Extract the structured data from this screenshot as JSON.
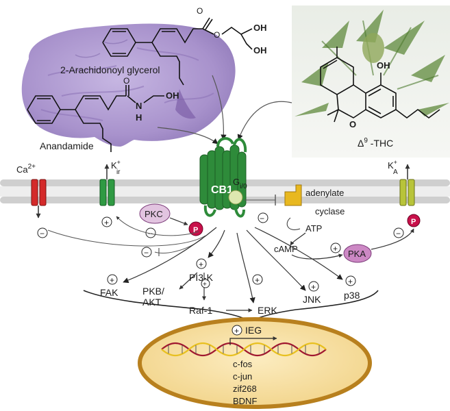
{
  "ligands": {
    "ag2": "2-Arachidonoyl glycerol",
    "aea": "Anandamide",
    "thc_prefix": "Δ",
    "thc_sup": "9",
    "thc_suffix": " -THC"
  },
  "chem": {
    "oh": "OH",
    "o": "O",
    "n": "N",
    "h": "H"
  },
  "receptor": {
    "name": "CB1",
    "g_main": "G",
    "g_sub": "i/0"
  },
  "membrane": {
    "ca_main": "Ca",
    "ca_sup": "2+",
    "kir_main": "K",
    "kir_sup": "+",
    "kir_sub": "ir",
    "ka_main": "K",
    "ka_sup": "+",
    "ka_sub": "A"
  },
  "enzymes": {
    "pkc": "PKC",
    "pka": "PKA",
    "p": "P",
    "ac_line1": "adenylate",
    "ac_line2": "cyclase",
    "atp": "ATP",
    "camp": "cAMP"
  },
  "signs": {
    "plus": "+",
    "minus": "−"
  },
  "kinases": {
    "fak": "FAK",
    "pi3k": "PI3-K",
    "pkb_line1": "PKB/",
    "pkb_line2": "AKT",
    "raf": "Raf-1",
    "erk": "ERK",
    "jnk": "JNK",
    "p38": "p38"
  },
  "nucleus": {
    "ieg": "IEG",
    "genes": [
      "c-fos",
      "c-jun",
      "zif268",
      "BDNF"
    ]
  },
  "colors": {
    "cb1": "#2e8b3a",
    "membrane": "#c8c8c8",
    "ca_channel": "#d42a2a",
    "kir_channel": "#2f9a43",
    "ka_channel": "#b8c43a",
    "pkc_fill": "#e2c4e0",
    "phospho": "#c8104a",
    "adenylate": "#e8b820",
    "nucleus_fill": "#f6dfa0",
    "nucleus_border": "#b8801e",
    "brain": "#b09ad0"
  }
}
